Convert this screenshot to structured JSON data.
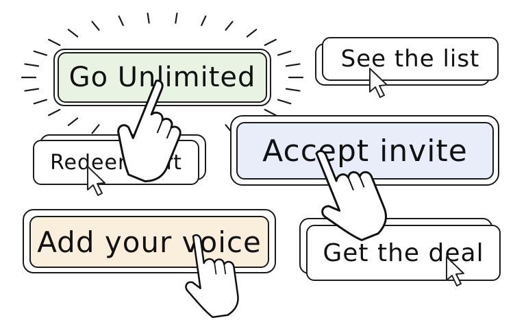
{
  "buttons": {
    "go_unlimited": {
      "label": "Go Unlimited",
      "color": "#e8f3e4"
    },
    "see_the_list": {
      "label": "See the list",
      "color": "#ffffff"
    },
    "redeem_gift": {
      "label": "Redeem gift",
      "color": "#ffffff"
    },
    "accept_invite": {
      "label": "Accept invite",
      "color": "#e9edf9"
    },
    "add_your_voice": {
      "label": "Add your voice",
      "color": "#faefdd"
    },
    "get_the_deal": {
      "label": "Get the deal",
      "color": "#ffffff"
    }
  },
  "icons": [
    "pointing-hand-icon",
    "arrow-cursor-icon",
    "sparkle-rays"
  ]
}
